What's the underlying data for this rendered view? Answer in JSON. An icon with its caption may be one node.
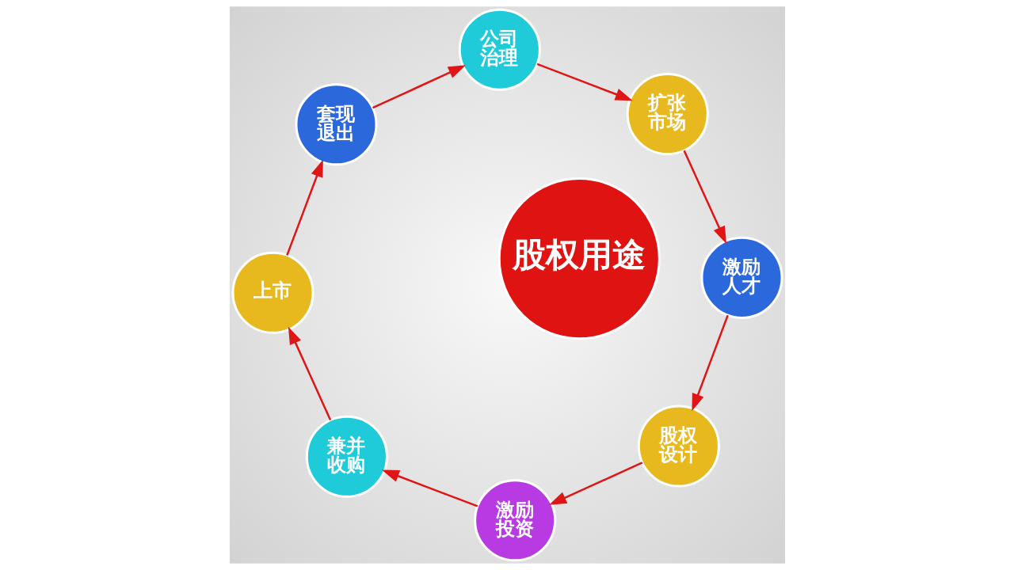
{
  "diagram": {
    "nodes": [
      {
        "text": [
          "股权用途"
        ]
      },
      {
        "text": [
          "公司治理"
        ]
      },
      {
        "text": [
          "扩张市场"
        ]
      },
      {
        "text": [
          "激励人才"
        ]
      },
      {
        "text": [
          "股权设计"
        ]
      },
      {
        "text": [
          "激励投资"
        ]
      },
      {
        "text": [
          "兼并收购"
        ]
      },
      {
        "text": [
          "上市"
        ]
      },
      {
        "text": [
          "套现退出"
        ]
      }
    ],
    "edges": [
      {
        "from": 1,
        "to": 2,
        "arrow": "to"
      },
      {
        "from": 2,
        "to": 3,
        "arrow": "to"
      },
      {
        "from": 3,
        "to": 4,
        "arrow": "to"
      },
      {
        "from": 4,
        "to": 5,
        "arrow": "to"
      },
      {
        "from": 5,
        "to": 6,
        "arrow": "to"
      },
      {
        "from": 6,
        "to": 7,
        "arrow": "to"
      },
      {
        "from": 7,
        "to": 8,
        "arrow": "to"
      },
      {
        "from": 8,
        "to": 1,
        "arrow": "to"
      }
    ]
  }
}
